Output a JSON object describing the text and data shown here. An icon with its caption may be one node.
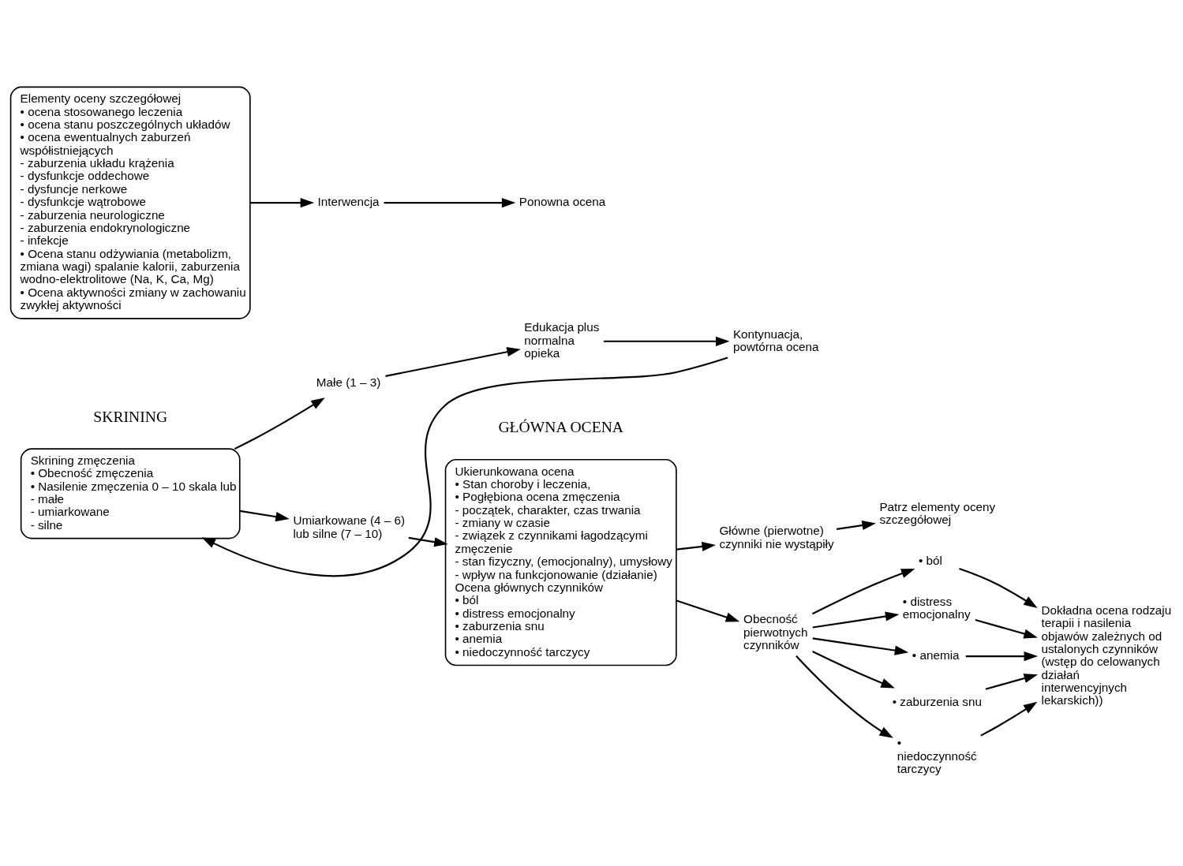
{
  "diagram": {
    "nodes": [
      {
        "text": [
          "Skrining zmęczenia",
          "• Obecność zmęczenia",
          "• Nasilenie zmęczenia 0 – 10 skala lub",
          "- małe",
          "- umiarkowane",
          "- silne"
        ]
      },
      {
        "text": [
          "Małe (1 – 3)"
        ]
      },
      {
        "text": [
          "Edukacja plus normalna opieka"
        ]
      },
      {
        "text": [
          "Kontynuacja, powtórna ocena"
        ]
      },
      {
        "text": [
          "Umiarkowane (4 – 6) lub silne (7 – 10)"
        ]
      },
      {
        "text": [
          "Ukierunkowana ocena",
          "• Stan choroby i leczenia,",
          "• Pogłębiona ocena zmęczenia",
          "- początek, charakter, czas trwania",
          "- zmiany w czasie",
          "- związek z czynnikami łagodzącymi zmęczenie",
          "- stan fizyczny, (emocjonalny), umysłowy",
          "- wpływ na funkcjonowanie (działanie)",
          "Ocena głównych czynników",
          "• ból",
          "• distress emocjonalny",
          "• zaburzenia snu",
          "• anemia",
          "• niedoczynność tarczycy"
        ]
      },
      {
        "text": [
          "Elementy oceny szczegółowej",
          "• ocena stosowanego leczenia",
          "• ocena stanu poszczególnych układów",
          "• ocena ewentualnych zaburzeń współistniejących",
          "- zaburzenia układu krążenia",
          "- dysfunkcje oddechowe",
          "- dysfuncje nerkowe",
          "- dysfunkcje wątrobowe",
          "- zaburzenia neurologiczne",
          "- zaburzenia endokrynologiczne",
          "- infekcje",
          "• Ocena stanu odżywiania (metabolizm, zmiana wagi) spalanie kalorii, zaburzenia wodno-elektrolitowe (Na, K, Ca, Mg)",
          "• Ocena aktywności zmiany w zachowaniu zwykłej aktywności"
        ]
      },
      {
        "text": [
          "Główne (pierwotne) czynniki nie wystąpiły"
        ]
      },
      {
        "text": [
          "Patrz elementy oceny szczegółowej"
        ]
      },
      {
        "text": [
          "Obecność pierwotnych czynników"
        ]
      },
      {
        "text": [
          "• ból"
        ]
      },
      {
        "text": [
          "• distress emocjonalny"
        ]
      },
      {
        "text": [
          "• anemia"
        ]
      },
      {
        "text": [
          "• zaburzenia snu"
        ]
      },
      {
        "text": [
          "• niedoczynność tarczycy"
        ]
      },
      {
        "text": [
          "Dokładna ocena rodzaju terapii i nasilenia objawów zależnych od ustalonych czynników (wstęp do celowanych działań interwencyjnych lekarskich))"
        ]
      },
      {
        "text": [
          "Interwencja"
        ]
      },
      {
        "text": [
          "Ponowna ocena"
        ]
      }
    ],
    "edges": [
      {
        "from": 3,
        "to": 0,
        "arrow": "to"
      },
      {
        "from": 0,
        "to": 1,
        "arrow": "to"
      },
      {
        "from": 0,
        "to": 4,
        "arrow": "to"
      },
      {
        "from": 1,
        "to": 2,
        "arrow": "to"
      },
      {
        "from": 2,
        "to": 3,
        "arrow": "to"
      },
      {
        "from": 4,
        "to": 5,
        "arrow": "to"
      },
      {
        "from": 5,
        "to": 7,
        "arrow": "to"
      },
      {
        "from": 5,
        "to": 9,
        "arrow": "to"
      },
      {
        "from": 7,
        "to": 8,
        "arrow": "to"
      },
      {
        "from": 9,
        "to": 10,
        "arrow": "to"
      },
      {
        "from": 9,
        "to": 11,
        "arrow": "to"
      },
      {
        "from": 9,
        "to": 12,
        "arrow": "to"
      },
      {
        "from": 9,
        "to": 13,
        "arrow": "to"
      },
      {
        "from": 9,
        "to": 14,
        "arrow": "to"
      },
      {
        "from": 10,
        "to": 15,
        "arrow": "to"
      },
      {
        "from": 11,
        "to": 15,
        "arrow": "to"
      },
      {
        "from": 12,
        "to": 15,
        "arrow": "to"
      },
      {
        "from": 13,
        "to": 15,
        "arrow": "to"
      },
      {
        "from": 14,
        "to": 15,
        "arrow": "to"
      },
      {
        "from": 6,
        "to": 16,
        "arrow": "to"
      },
      {
        "from": 16,
        "to": 17,
        "arrow": "to"
      }
    ],
    "labels": [
      "SKRINING",
      "GŁÓWNA OCENA"
    ]
  }
}
